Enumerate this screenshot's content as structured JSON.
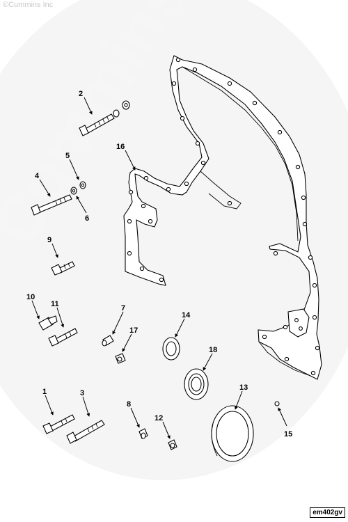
{
  "copyright": "©Cummins Inc",
  "watermark": "Cummins",
  "figure_id": "em402gv",
  "callouts": [
    "1",
    "2",
    "3",
    "4",
    "5",
    "6",
    "7",
    "8",
    "9",
    "10",
    "11",
    "12",
    "13",
    "14",
    "15",
    "16",
    "17",
    "18"
  ]
}
